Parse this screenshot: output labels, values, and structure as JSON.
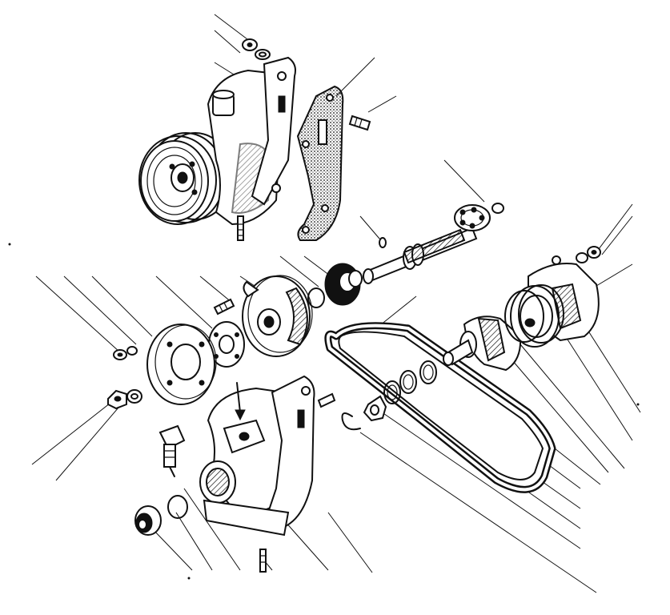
{
  "diagram": {
    "style": "line-drawing",
    "ink_color": "#111111",
    "paper_color": "#ffffff",
    "parts": [
      {
        "id": "pump-assembly",
        "icon": "water-pump-icon"
      },
      {
        "id": "mounting-bracket",
        "icon": "bracket-icon"
      },
      {
        "id": "stud-upper",
        "icon": "stud-icon"
      },
      {
        "id": "shaft-bearing",
        "icon": "shaft-icon"
      },
      {
        "id": "impeller",
        "icon": "impeller-icon"
      },
      {
        "id": "pump-cover",
        "icon": "cover-icon"
      },
      {
        "id": "v-belt",
        "icon": "belt-icon"
      },
      {
        "id": "pulley",
        "icon": "pulley-icon"
      },
      {
        "id": "pulley-hub",
        "icon": "hub-icon"
      },
      {
        "id": "spacer-plate",
        "icon": "plate-icon"
      },
      {
        "id": "pump-housing",
        "icon": "housing-icon"
      },
      {
        "id": "seal-rings",
        "icon": "seal-icon"
      },
      {
        "id": "snap-ring",
        "icon": "ring-icon"
      },
      {
        "id": "fitting",
        "icon": "fitting-icon"
      },
      {
        "id": "bushing",
        "icon": "bushing-icon"
      },
      {
        "id": "o-ring",
        "icon": "o-ring-icon"
      },
      {
        "id": "nuts-washers",
        "icon": "nut-icon"
      }
    ]
  }
}
